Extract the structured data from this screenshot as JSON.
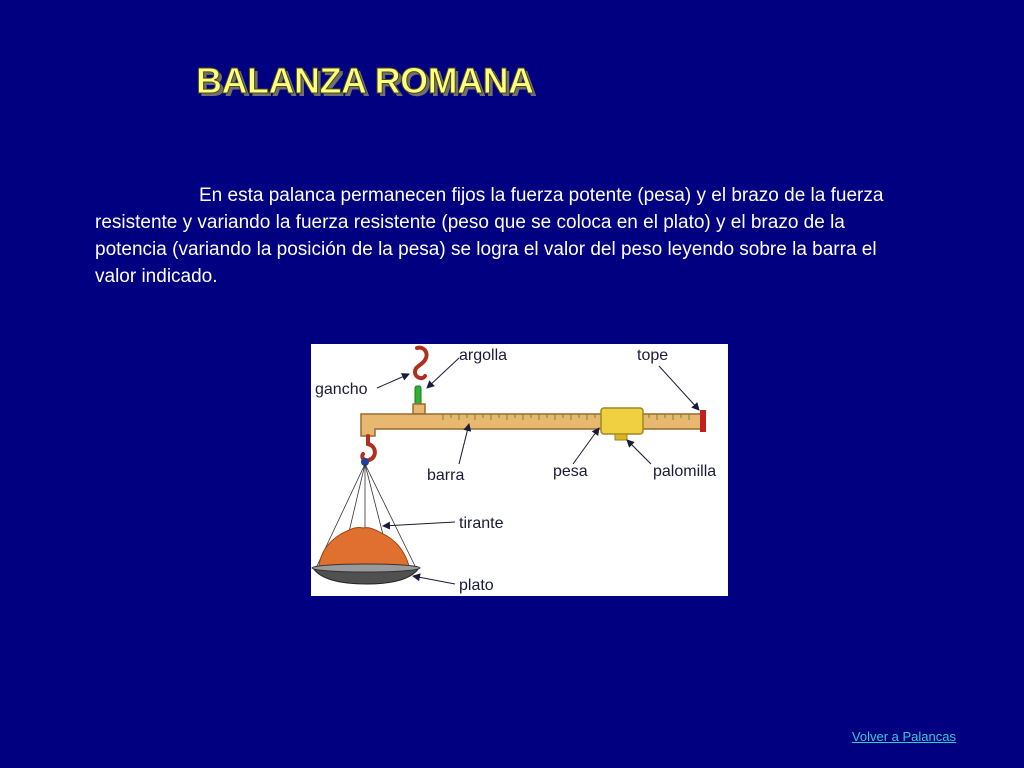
{
  "slide": {
    "title": "BALANZA ROMANA",
    "body": "En esta palanca permanecen fijos la fuerza potente (pesa) y el brazo de la fuerza resistente y variando la fuerza resistente (peso que se coloca en el plato) y el brazo de la potencia (variando la posición de la pesa) se logra el valor del peso leyendo sobre la barra el valor indicado.",
    "back_link": "Volver a Palancas"
  },
  "diagram": {
    "labels": {
      "argolla": "argolla",
      "tope": "tope",
      "gancho": "gancho",
      "barra": "barra",
      "pesa": "pesa",
      "palomilla": "palomilla",
      "tirante": "tirante",
      "plato": "plato"
    },
    "colors": {
      "bar": "#e8b870",
      "bar_outline": "#9a6a30",
      "hook": "#b03020",
      "ring": "#30b030",
      "weight": "#f0d040",
      "stop": "#c02020",
      "load": "#e07030",
      "plate": "#505050"
    }
  }
}
